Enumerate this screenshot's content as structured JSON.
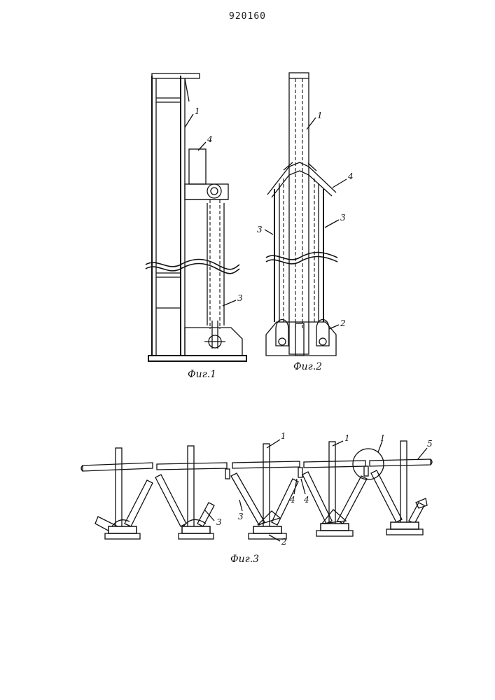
{
  "patent_number": "920160",
  "figures": {
    "fig1": {
      "caption": "Фиг.1",
      "labels": [
        "1",
        "4",
        "3"
      ]
    },
    "fig2": {
      "caption": "Фиг.2",
      "labels": [
        "1",
        "4",
        "3",
        "3",
        "2"
      ]
    },
    "fig3": {
      "caption": "Фиг.3",
      "labels": [
        "1",
        "1",
        "I",
        "5",
        "3",
        "3",
        "4",
        "4",
        "2"
      ]
    }
  }
}
